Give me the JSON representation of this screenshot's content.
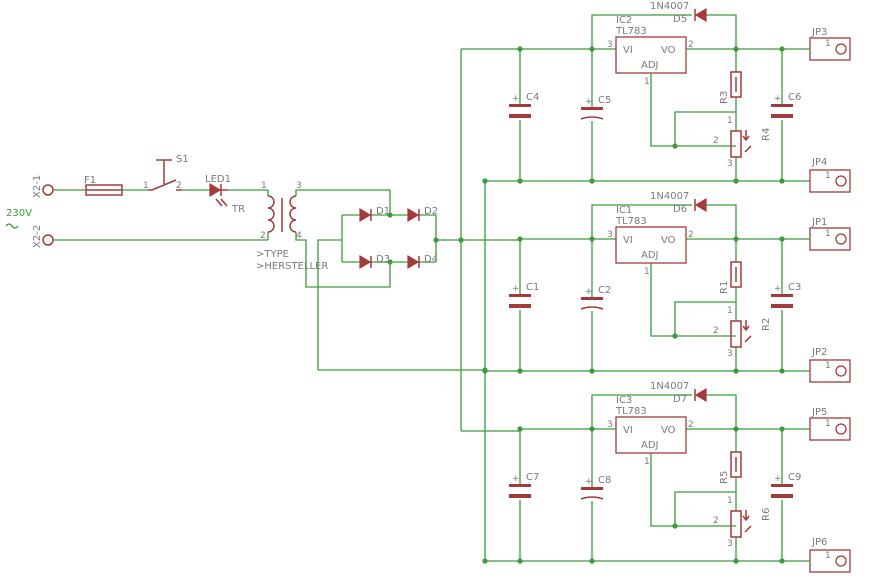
{
  "mains": {
    "voltage_label": "230V",
    "terminal1": "X2-1",
    "terminal2": "X2-2"
  },
  "fuse": {
    "ref": "F1"
  },
  "switch": {
    "ref": "S1",
    "pin1": "1",
    "pin2": "2"
  },
  "led": {
    "ref": "LED1"
  },
  "transformer": {
    "ref": "TR",
    "pin1": "1",
    "pin2": "2",
    "pin3": "3",
    "pin4": "4",
    "type_label": ">TYPE",
    "manufacturer_label": ">HERSTELLER"
  },
  "bridge": {
    "d1": "D1",
    "d2": "D2",
    "d3": "D3",
    "d4": "D4"
  },
  "regulator_pins": {
    "vi": "VI",
    "vo": "VO",
    "adj": "ADJ",
    "p1": "1",
    "p2": "2",
    "p3": "3"
  },
  "connector_pin": "1",
  "pot_pins": {
    "p1": "1",
    "p2": "2",
    "p3": "3"
  },
  "stages": [
    {
      "diode_part": "1N4007",
      "diode_ref": "D5",
      "ic_ref": "IC2",
      "ic_part": "TL783",
      "cap_in": "C4",
      "cap_mid": "C5",
      "cap_out": "C6",
      "res": "R3",
      "pot": "R4",
      "jp_out": "JP3",
      "jp_gnd": "JP4"
    },
    {
      "diode_part": "1N4007",
      "diode_ref": "D6",
      "ic_ref": "IC1",
      "ic_part": "TL783",
      "cap_in": "C1",
      "cap_mid": "C2",
      "cap_out": "C3",
      "res": "R1",
      "pot": "R2",
      "jp_out": "JP1",
      "jp_gnd": "JP2"
    },
    {
      "diode_part": "1N4007",
      "diode_ref": "D7",
      "ic_ref": "IC3",
      "ic_part": "TL783",
      "cap_in": "C7",
      "cap_mid": "C8",
      "cap_out": "C9",
      "res": "R5",
      "pot": "R6",
      "jp_out": "JP5",
      "jp_gnd": "JP6"
    }
  ]
}
